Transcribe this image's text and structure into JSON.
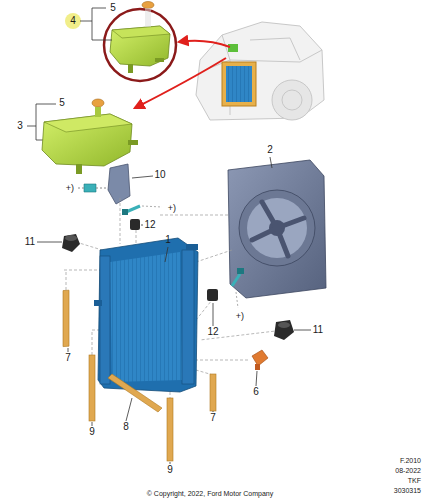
{
  "diagram": {
    "labels": [
      "5",
      "4",
      "5",
      "3",
      "2",
      "10",
      "+)",
      "12",
      "+)",
      "11",
      "1",
      "12",
      "+)",
      "11",
      "7",
      "6",
      "8",
      "9",
      "7",
      "9",
      "F.2010",
      "08-2022",
      "TKF",
      "3030315",
      "© Copyright, 2022, Ford Motor Company"
    ]
  }
}
